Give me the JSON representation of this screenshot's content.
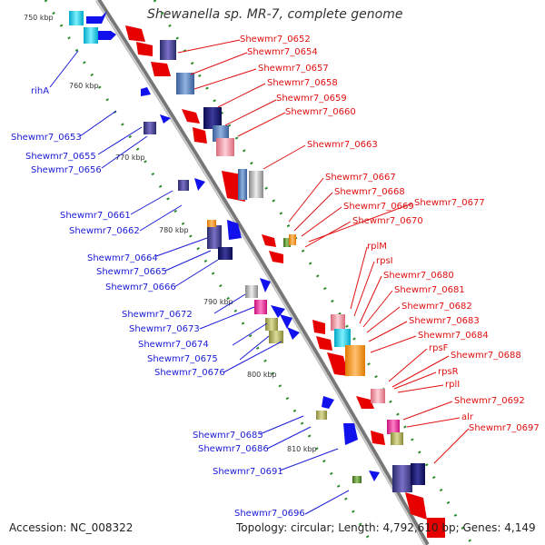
{
  "title": "Shewanella sp. MR-7, complete genome",
  "footer": {
    "accession": "Accession: NC_008322",
    "topology": "Topology: circular; Length: 4,792,610 bp; Genes: 4,149"
  },
  "scale_labels": [
    "750 kbp",
    "760 kbp",
    "770 kbp",
    "780 kbp",
    "790 kbp",
    "800 kbp",
    "810 kbp"
  ],
  "left_labels": [
    "rihA",
    "Shewmr7_0653",
    "Shewmr7_0655",
    "Shewmr7_0656",
    "Shewmr7_0661",
    "Shewmr7_0662",
    "Shewmr7_0664",
    "Shewmr7_0665",
    "Shewmr7_0666",
    "Shewmr7_0672",
    "Shewmr7_0673",
    "Shewmr7_0674",
    "Shewmr7_0675",
    "Shewmr7_0676",
    "Shewmr7_0685",
    "Shewmr7_0686",
    "Shewmr7_0691",
    "Shewmr7_0696"
  ],
  "right_labels": [
    "Shewmr7_0652",
    "Shewmr7_0654",
    "Shewmr7_0657",
    "Shewmr7_0658",
    "Shewmr7_0659",
    "Shewmr7_0660",
    "Shewmr7_0663",
    "Shewmr7_0667",
    "Shewmr7_0668",
    "Shewmr7_0669",
    "Shewmr7_0677",
    "Shewmr7_0670",
    "rplM",
    "rpsI",
    "Shewmr7_0680",
    "Shewmr7_0681",
    "Shewmr7_0682",
    "Shewmr7_0683",
    "Shewmr7_0684",
    "rpsF",
    "Shewmr7_0688",
    "rpsR",
    "rplI",
    "Shewmr7_0692",
    "alr",
    "Shewmr7_0697"
  ],
  "colors": {
    "axis": "#888888",
    "left_label": "#1a1ad6",
    "right_label": "#e01010",
    "forward_gene": "#e60000",
    "reverse_gene": "#1111ee",
    "tick": "#2e8b2e"
  }
}
